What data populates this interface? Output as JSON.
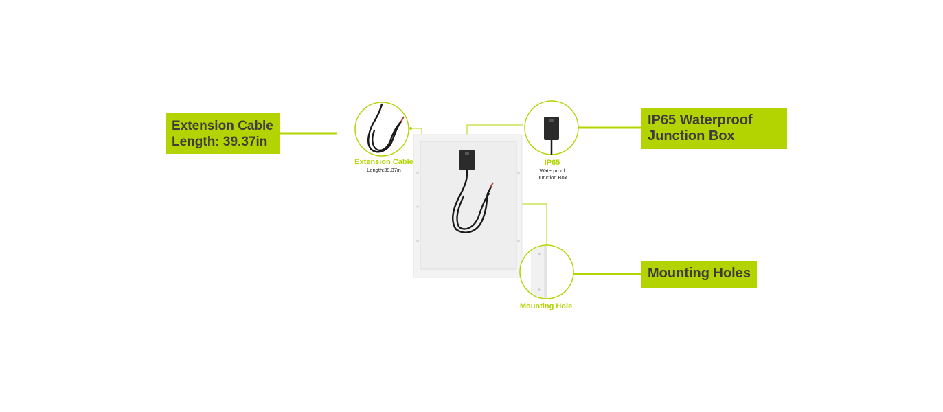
{
  "callouts": {
    "extension_cable": {
      "tag_line1": "Extension Cable",
      "tag_line2": "Length: 39.37in",
      "caption_title": "Extension Cable",
      "caption_sub": "Length:39.37in"
    },
    "junction_box": {
      "tag_line1": "IP65 Waterproof",
      "tag_line2": "Junction Box",
      "caption_title": "IP65",
      "caption_sub1": "Waterproof",
      "caption_sub2": "Junction Box"
    },
    "mounting": {
      "tag": "Mounting Holes",
      "caption_title": "Mounting Hole"
    }
  },
  "colors": {
    "accent": "#b3d400",
    "tag_text": "#3d3d3d",
    "panel_frame": "#f2f2f2",
    "panel_back": "#efefef"
  }
}
